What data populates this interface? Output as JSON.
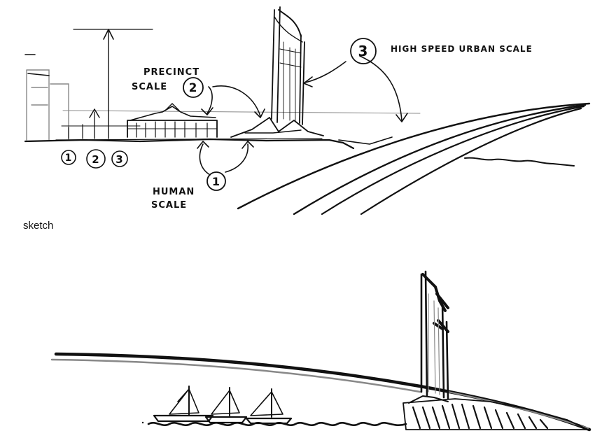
{
  "top_sketch": {
    "labels": {
      "precinct_line1": "PRECINCT",
      "precinct_line2": "SCALE",
      "precinct_number": "2",
      "high_speed_label": "HIGH SPEED URBAN SCALE",
      "high_speed_number": "3",
      "human_line1": "HUMAN",
      "human_line2": "SCALE",
      "human_number": "1"
    },
    "ground_markers": [
      "1",
      "2",
      "3"
    ]
  },
  "caption": "sketch",
  "colors": {
    "ink": "#111111",
    "paper": "#ffffff",
    "gray": "#888888"
  }
}
